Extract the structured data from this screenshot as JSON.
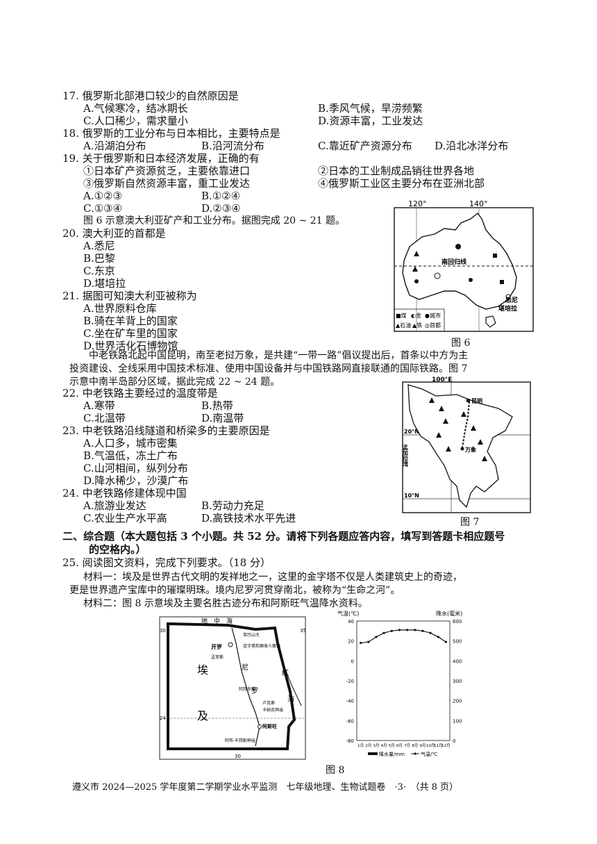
{
  "q17": {
    "stem": "17.  俄罗斯北部港口较少的自然原因是",
    "a": "A.气候寒冷，结冰期长",
    "b": "B.季风气候，旱涝频繁",
    "c": "C.人口稀少，需求量小",
    "d": "D.资源丰富，工业发达"
  },
  "q18": {
    "stem": "18.  俄罗斯的工业分布与日本相比，主要特点是",
    "a": "A.沿湖泊分布",
    "b": "B.沿河流分布",
    "c": "C.靠近矿产资源分布",
    "d": "D.沿北冰洋分布"
  },
  "q19": {
    "stem": "19.  关于俄罗斯和日本经济发展，正确的有",
    "s1": "①日本矿产资源贫乏，主要依靠进口",
    "s2": "②日本的工业制成品销往世界各地",
    "s3": "③俄罗斯自然资源丰富，重工业发达",
    "s4": "④俄罗斯工业区主要分布在亚洲北部",
    "a": "A.①②③",
    "b": "B.①②④",
    "c": "C.①③④",
    "d": "D.②③④"
  },
  "intro20": "图 6 示意澳大利亚矿产和工业分布。据图完成 20 ~ 21 题。",
  "q20": {
    "stem": "20.  澳大利亚的首都是",
    "a": "A.悉尼",
    "b": "B.巴黎",
    "c": "C.东京",
    "d": "D.堪培拉"
  },
  "q21": {
    "stem": "21.  据图可知澳大利亚被称为",
    "a": "A.世界原料仓库",
    "b": "B.骑在羊背上的国家",
    "c": "C.坐在矿车里的国家",
    "d": "D.世界活化石博物馆"
  },
  "fig6": {
    "lon1": "120°",
    "lon2": "140°",
    "tropic": "南回归线",
    "sydney": "悉尼",
    "canberra": "堪培拉",
    "leg_coal": "■煤",
    "leg_gold": "◐金",
    "leg_city": "●城市",
    "leg_oil": "▲石油",
    "leg_iron": "▲铁",
    "leg_capital": "◎首都",
    "caption": "图 6"
  },
  "intro22a": "中老铁路北起中国昆明，南至老挝万象，是共建“一带一路”倡议提出后，首条以中方为主",
  "intro22b": "投资建设、全线采用中国技术标准、使用中国设备并与中国铁路网直接联通的国际铁路。图 7",
  "intro22c": "示意中南半岛部分区域，据此完成 22 ~ 24 题。",
  "q22": {
    "stem": "22.  中老铁路主要经过的温度带是",
    "a": "A.寒带",
    "b": "B.热带",
    "c": "C.北温带",
    "d": "D.南温带"
  },
  "q23": {
    "stem": "23.  中老铁路沿线隧道和桥梁多的主要原因是",
    "a": "A.人口多，城市密集",
    "b": "B.气温低，冻土广布",
    "c": "C.山河相间，纵列分布",
    "d": "D.降水稀少，沙漠广布"
  },
  "q24": {
    "stem": "24.  中老铁路修建体现中国",
    "a": "A.旅游业发达",
    "b": "B.劳动力充足",
    "c": "C.农业生产水平高",
    "d": "D.高铁技术水平先进"
  },
  "fig7": {
    "lon": "100°E",
    "lat20": "20°N",
    "lat10": "10°N",
    "kunming": "昆明",
    "bengal": "孟加拉湾",
    "vientiane": "万象",
    "caption": "图 7"
  },
  "section2a": "二、综合题（本大题包括 3 个小题。共 52 分。请将下列各题应答内容，填写到答题卡相应题号",
  "section2b": "的空格内。）",
  "q25": "25.  阅读图文资料，完成下列要求。（18 分）",
  "mat1a": "材料一：埃及是世界古代文明的发祥地之一，这里的金字塔不仅是人类建筑史上的奇迹，",
  "mat1b": "更是世界遗产宝库中的璀璨明珠。境内尼罗河贯穿南北，被称为“生命之河”。",
  "mat2": "材料二：图 8 示意埃及主要名胜古迹分布和阿斯旺气温降水资料。",
  "fig8map": {
    "egypt1": "埃",
    "egypt2": "及",
    "red1": "红",
    "red2": "海",
    "nile1": "尼",
    "nile2": "罗",
    "med": "地　中　海",
    "cairo": "开罗",
    "alex": "亚历山大",
    "giza": "孟菲斯",
    "sphinx": "金字塔和狮身人面像",
    "abydos": "阿拜多斯",
    "luxor": "卢克索",
    "karnak": "卡纳克神庙",
    "aswan": "阿斯旺",
    "abu": "阿布·辛拜勒神庙",
    "lat30": "30",
    "lat24": "24",
    "lon30": "30",
    "lon35": "35"
  },
  "chart_data": {
    "type": "bar",
    "title": "",
    "categories": [
      "1月",
      "2月",
      "3月",
      "4月",
      "5月",
      "6月",
      "7月",
      "8月",
      "9月",
      "10月",
      "11月",
      "12月"
    ],
    "series": [
      {
        "name": "降水量/mm",
        "values": [
          0,
          0,
          0,
          0,
          0,
          0,
          0,
          0,
          0,
          0,
          0,
          0
        ]
      },
      {
        "name": "气温/℃",
        "values": [
          18,
          19,
          24,
          28,
          30,
          31,
          31,
          31,
          30,
          28,
          24,
          19
        ]
      }
    ],
    "y_left_label": "气温(℃)",
    "y_right_label": "降水(毫米)",
    "y_left_ticks": [
      "40",
      "20",
      "0",
      "-20",
      "-40",
      "-60",
      "-80"
    ],
    "y_right_ticks": [
      "600",
      "500",
      "400",
      "300",
      "200",
      "100",
      "0"
    ],
    "ylim_temp": [
      -80,
      40
    ],
    "ylim_precip": [
      0,
      600
    ]
  },
  "caption8": "图 8",
  "footer": "遵义市 2024—2025 学年度第二学期学业水平监测　七年级地理、生物试题卷　·3·　（共 8 页）"
}
